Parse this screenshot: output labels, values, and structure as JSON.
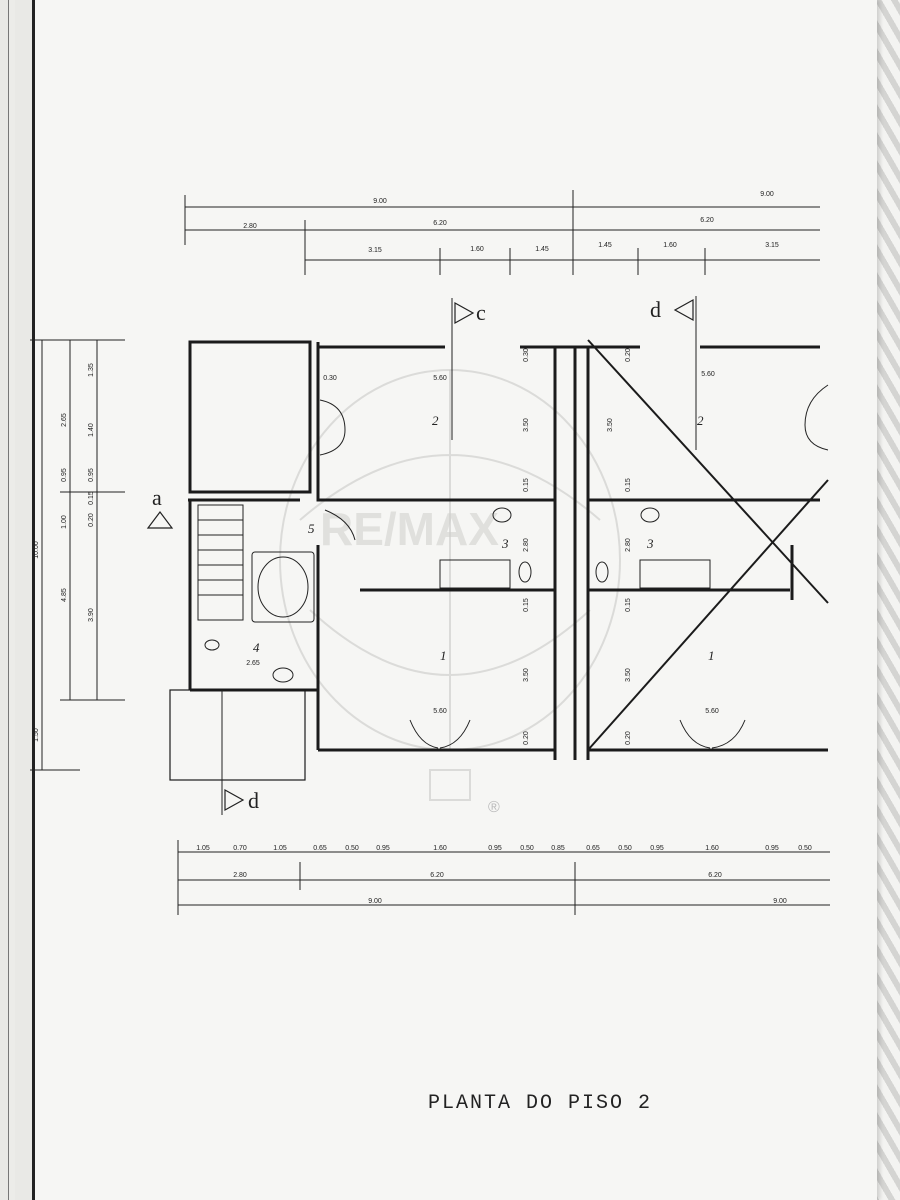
{
  "title": "PLANTA DO PISO 2",
  "watermark_text": "RE/MAX",
  "watermark_reg": "®",
  "top_dims": {
    "row1": [
      "9.00",
      "9.00"
    ],
    "row2": [
      "2.80",
      "6.20",
      "6.20"
    ],
    "row3": [
      "3.15",
      "1.60",
      "1.45",
      "1.45",
      "1.60",
      "3.15"
    ]
  },
  "bottom_dims": {
    "row1": [
      "1.05",
      "0.70",
      "1.05",
      "0.65",
      "0.50",
      "0.95",
      "1.60",
      "0.95",
      "0.50",
      "0.85",
      "0.65",
      "0.50",
      "0.95",
      "1.60",
      "0.95",
      "0.50"
    ],
    "row2": [
      "2.80",
      "6.20",
      "6.20"
    ],
    "row3": [
      "9.00",
      "9.00"
    ]
  },
  "left_dims": {
    "col1": [
      "10.00",
      "1.50"
    ],
    "col2": [
      "4.85"
    ],
    "col3": [
      "2.65",
      "0.95",
      "1.00",
      "3.90"
    ],
    "col4": [
      "1.35",
      "1.40",
      "0.95",
      "0.15",
      "0.20"
    ]
  },
  "interior_dims": [
    "5.60",
    "5.60",
    "0.30",
    "3.50",
    "0.15",
    "2.80",
    "0.15",
    "3.50",
    "0.20",
    "5.60",
    "5.60",
    "0.20",
    "3.50",
    "0.15",
    "2.80",
    "0.15",
    "3.50",
    "0.20",
    "2.65",
    "0.30"
  ],
  "rooms": [
    "1",
    "1",
    "2",
    "2",
    "3",
    "3",
    "4",
    "5"
  ],
  "section_labels": [
    "a",
    "c",
    "d",
    "d"
  ]
}
